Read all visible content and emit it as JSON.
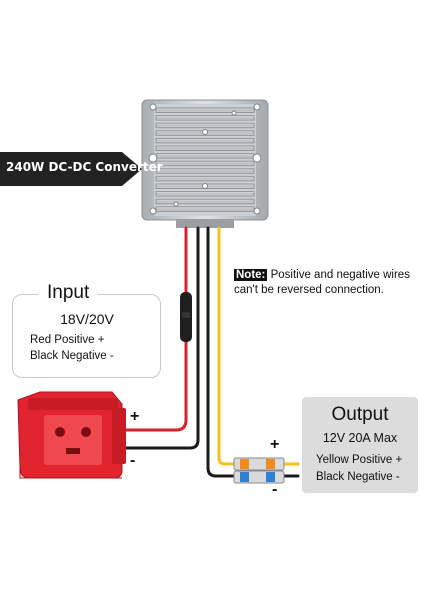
{
  "converter": {
    "label": "240W DC-DC Converter"
  },
  "note": {
    "tag": "Note:",
    "text": "Positive and negative wires can't be reversed connection."
  },
  "input": {
    "title": "Input",
    "spec": "18V/20V",
    "positive_label": "Red Positive +",
    "negative_label": "Black Negative -",
    "plus_sign": "+",
    "minus_sign": "-"
  },
  "output": {
    "title": "Output",
    "spec": "12V 20A Max",
    "positive_label": "Yellow Positive +",
    "negative_label": "Black Negative -",
    "plus_sign": "+",
    "minus_sign": "-"
  },
  "colors": {
    "red_wire": "#d91f2a",
    "black_wire": "#1a1a1a",
    "yellow_wire": "#f2c21b",
    "battery_adapter": "#e2242e",
    "heatsink": "#bfc3c6",
    "output_box": "#dcdcdc",
    "legend_red": "#e0141e",
    "legend_black": "#111111",
    "legend_yellow": "#f4d020"
  }
}
